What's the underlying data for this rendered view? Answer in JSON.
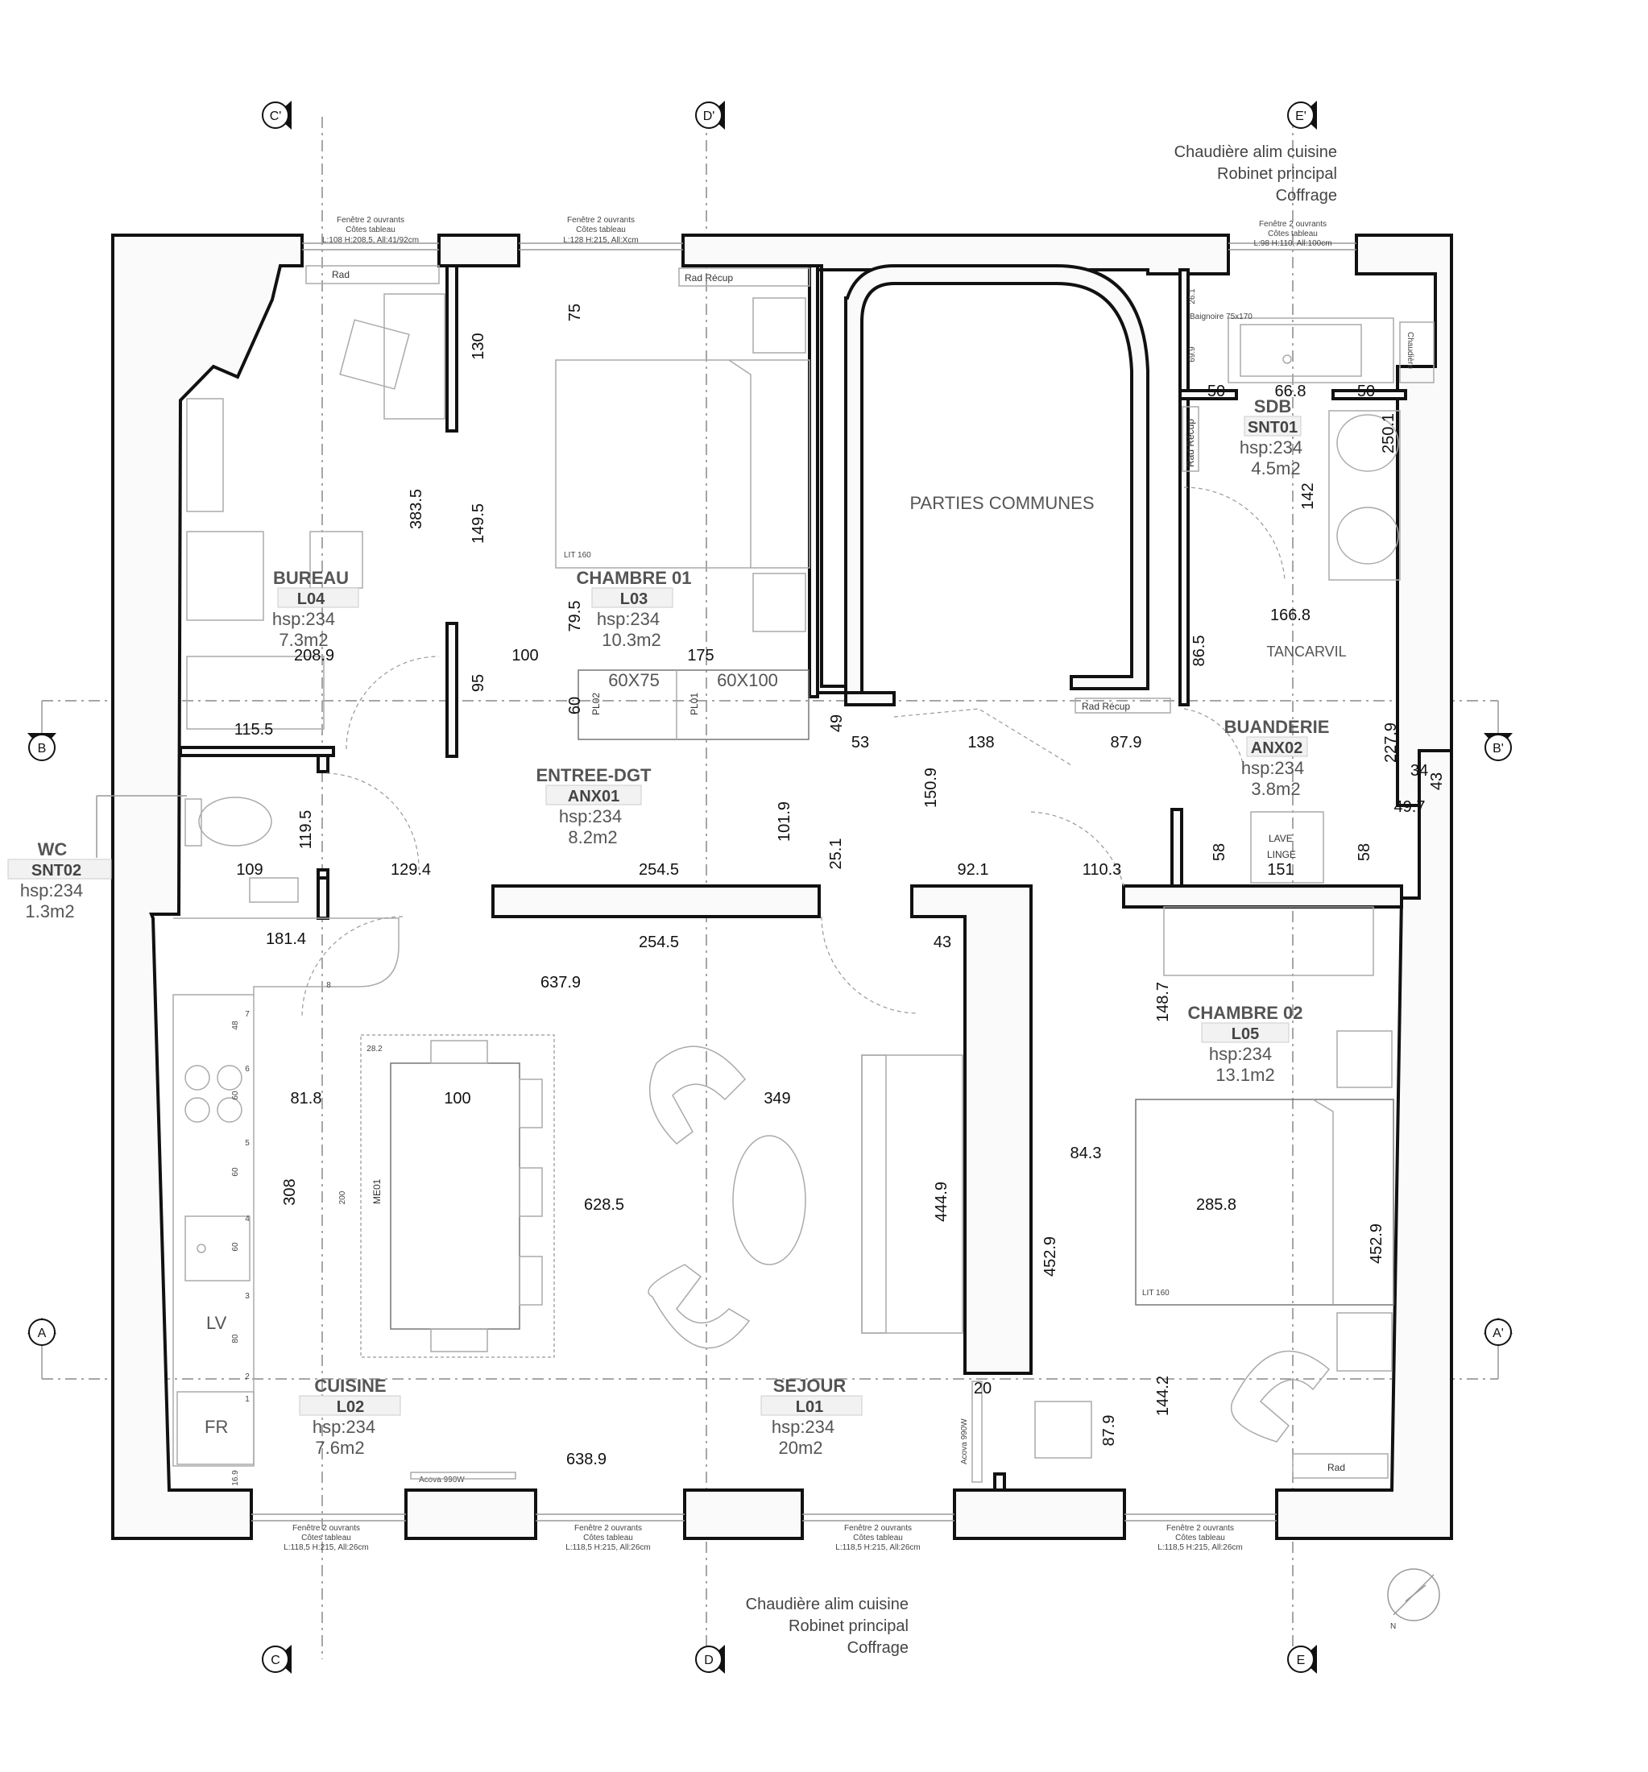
{
  "notes": {
    "top": [
      "Chaudière alim cuisine",
      "Robinet principal",
      "Coffrage"
    ],
    "bottom": [
      "Chaudière alim cuisine",
      "Robinet principal",
      "Coffrage"
    ]
  },
  "grid_labels": {
    "c_top": "C'",
    "d_top": "D'",
    "e_top": "E'",
    "c_bottom": "C",
    "d_bottom": "D",
    "e_bottom": "E",
    "b_left": "B",
    "b_right": "B'",
    "a_left": "A",
    "a_right": "A'"
  },
  "rooms": {
    "bureau": {
      "name": "BUREAU",
      "code": "L04",
      "hsp": "hsp:234",
      "area": "7.3m2"
    },
    "chambre01": {
      "name": "CHAMBRE 01",
      "code": "L03",
      "hsp": "hsp:234",
      "area": "10.3m2"
    },
    "parties_communes": {
      "name": "PARTIES COMMUNES"
    },
    "sdb": {
      "name": "SDB",
      "code": "SNT01",
      "hsp": "hsp:234",
      "area": "4.5m2"
    },
    "buanderie": {
      "name": "BUANDERIE",
      "code": "ANX02",
      "hsp": "hsp:234",
      "area": "3.8m2"
    },
    "entree": {
      "name": "ENTREE-DGT",
      "code": "ANX01",
      "hsp": "hsp:234",
      "area": "8.2m2"
    },
    "wc": {
      "name": "WC",
      "code": "SNT02",
      "hsp": "hsp:234",
      "area": "1.3m2"
    },
    "chambre02": {
      "name": "CHAMBRE 02",
      "code": "L05",
      "hsp": "hsp:234",
      "area": "13.1m2"
    },
    "cuisine": {
      "name": "CUISINE",
      "code": "L02",
      "hsp": "hsp:234",
      "area": "7.6m2"
    },
    "sejour": {
      "name": "SEJOUR",
      "code": "L01",
      "hsp": "hsp:234",
      "area": "20m2"
    }
  },
  "windows": {
    "top1": [
      "Fenêtre 2 ouvrants",
      "Côtes tableau",
      "L:108 H:208,5, All:41/92cm"
    ],
    "top2": [
      "Fenêtre 2 ouvrants",
      "Côtes tableau",
      "L:128 H:215, All:Xcm"
    ],
    "top3": [
      "Fenêtre 2 ouvrants",
      "Côtes tableau",
      "L:98 H:110, All:100cm"
    ],
    "bottom1": [
      "Fenêtre 2 ouvrants",
      "Côtes tableau",
      "L:118,5 H:215, All:26cm"
    ],
    "bottom2": [
      "Fenêtre 2 ouvrants",
      "Côtes tableau",
      "L:118,5 H:215, All:26cm"
    ],
    "bottom3": [
      "Fenêtre 2 ouvrants",
      "Côtes tableau",
      "L:118,5 H:215, All:26cm"
    ],
    "bottom4": [
      "Fenêtre 2 ouvrants",
      "Côtes tableau",
      "L:118,5 H:215, All:26cm"
    ]
  },
  "labels": {
    "rad1": "Rad",
    "rad_recup1": "Rad Récup",
    "rad_recup2": "Rad Récup",
    "rad_recup3": "Rad Récup",
    "rad2": "Rad",
    "lit160_a": "LIT 160",
    "lit160_b": "LIT 160",
    "baignoire": "Baignoire 75x170",
    "chaudiere": "Chaudière",
    "tancarvil": "TANCARVIL",
    "lave": "LAVE",
    "linge": "LINGE",
    "pl02": "PL02",
    "pl01": "PL01",
    "pl_60x75": "60X75",
    "pl_60x100": "60X100",
    "me01": "ME01",
    "lv": "LV",
    "fr": "FR",
    "acova1": "Acova 990W",
    "acova2": "Acova 990W",
    "north": "N"
  },
  "dimensions": {
    "d130": "130",
    "d75": "75",
    "d383_5": "383.5",
    "d149_5": "149.5",
    "d79_5": "79.5",
    "d95": "95",
    "d60": "60",
    "d49": "49",
    "d208_9": "208.9",
    "d100a": "100",
    "d175": "175",
    "d115_5": "115.5",
    "d53": "53",
    "d138": "138",
    "d87_9a": "87.9",
    "d150_9": "150.9",
    "d101_9": "101.9",
    "d119_5": "119.5",
    "d109": "109",
    "d129_4": "129.4",
    "d254_5a": "254.5",
    "d25_1": "25.1",
    "d92_1": "92.1",
    "d110_3": "110.3",
    "d151": "151",
    "d58a": "58",
    "d58b": "58",
    "d181_4": "181.4",
    "d254_5b": "254.5",
    "d43a": "43",
    "d637_9": "637.9",
    "d81_8": "81.8",
    "d100b": "100",
    "d349": "349",
    "d308": "308",
    "d628_5": "628.5",
    "d444_9": "444.9",
    "d84_3": "84.3",
    "d285_8": "285.8",
    "d452_9a": "452.9",
    "d452_9b": "452.9",
    "d148_7": "148.7",
    "d144_2": "144.2",
    "d87_9b": "87.9",
    "d20": "20",
    "d638_9": "638.9",
    "d50a": "50",
    "d66_8": "66.8",
    "d50b": "50",
    "d250_1": "250.1",
    "d142": "142",
    "d166_8": "166.8",
    "d86_5": "86.5",
    "d227_9": "227.9",
    "d34": "34",
    "d43b": "43",
    "d49_7": "49.7",
    "d26_1": "26.1",
    "d69_9": "69.9",
    "d28_2": "28.2",
    "d200": "200",
    "k48": "48",
    "k7": "7",
    "k6": "6",
    "k60a": "60",
    "k5": "5",
    "k60b": "60",
    "k4": "4",
    "k60c": "60",
    "k3": "3",
    "k80": "80",
    "k2": "2",
    "k1": "1",
    "k16_9": "16.9",
    "k8": "8"
  }
}
